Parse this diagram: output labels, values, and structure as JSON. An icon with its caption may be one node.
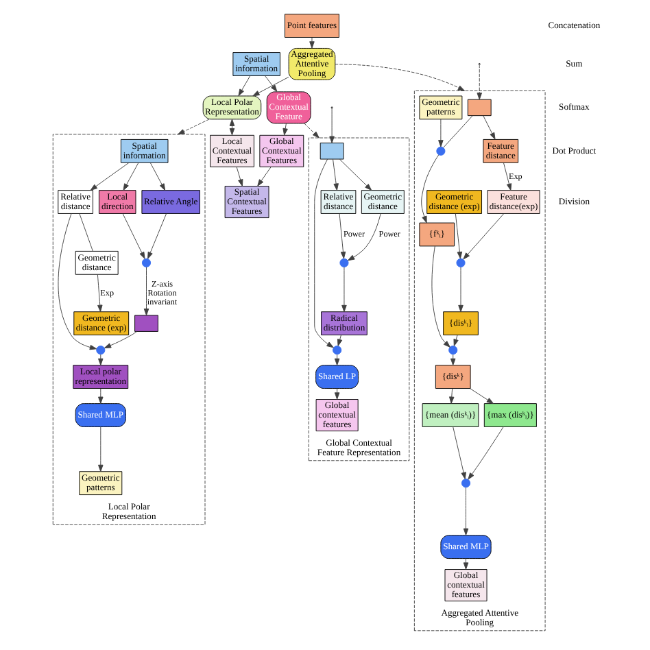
{
  "diagram": {
    "nodes": [
      {
        "text": [
          "Spatial information"
        ]
      },
      {
        "text": [
          "Global Contextual Feature"
        ]
      },
      {
        "text": [
          "Local Polar Representation"
        ]
      },
      {
        "text": [
          "Point features"
        ]
      },
      {
        "text": [
          "Aggregated Attentive Pooling"
        ]
      },
      {
        "text": [
          "Global Contextual Features"
        ]
      },
      {
        "text": [
          "Local Contextual Features"
        ]
      },
      {
        "text": [
          "Spatial Contextual Features"
        ]
      },
      {
        "text": [
          "Global Contextual Feature Representation"
        ]
      },
      {
        "text": [],
        "shape": "box",
        "in": 8
      },
      {
        "text": [
          "Relative distance"
        ],
        "in": 8
      },
      {
        "text": [
          "Geometric distance"
        ],
        "in": 8
      },
      {
        "text": [],
        "shape": "circle",
        "in": 8
      },
      {
        "text": [
          "Radical distribution"
        ],
        "in": 8
      },
      {
        "text": [],
        "shape": "circle",
        "in": 8
      },
      {
        "text": [
          "Shared LP"
        ],
        "in": 8
      },
      {
        "text": [
          "Global contextual features"
        ],
        "in": 8
      },
      {
        "text": [
          "Local Polar Representation"
        ]
      },
      {
        "text": [
          "Spatial information"
        ],
        "in": 17
      },
      {
        "text": [
          "Local direction"
        ],
        "in": 17
      },
      {
        "text": [
          "Relative Angle"
        ],
        "in": 17
      },
      {
        "text": [
          "Relative distance"
        ],
        "in": 17
      },
      {
        "text": [],
        "shape": "circle",
        "in": 17
      },
      {
        "text": [],
        "shape": "box",
        "in": 17
      },
      {
        "text": [],
        "shape": "circle",
        "in": 17
      },
      {
        "text": [
          "Local polar representation"
        ],
        "in": 17
      },
      {
        "text": [
          "Shared MLP"
        ],
        "in": 17
      },
      {
        "text": [
          "Geometric patterns"
        ],
        "in": 17
      },
      {
        "text": [
          "Geometric distance"
        ],
        "in": 17
      },
      {
        "text": [
          "Geometric distance (exp)"
        ],
        "in": 17
      },
      {
        "text": [
          "Aggregated Attentive Pooling"
        ]
      },
      {
        "text": [],
        "shape": "box",
        "in": 30
      },
      {
        "text": [
          "Feature distance"
        ],
        "in": 30
      },
      {
        "text": [
          "Feature distance(exp)"
        ],
        "in": 30
      },
      {
        "text": [
          "Geometric distance (exp)"
        ],
        "in": 30
      },
      {
        "text": [],
        "shape": "circle",
        "in": 30
      },
      {
        "text": [
          "{disᵏᵢ}"
        ],
        "in": 30
      },
      {
        "text": [
          "Geometric patterns"
        ],
        "in": 30
      },
      {
        "text": [],
        "shape": "circle",
        "in": 30
      },
      {
        "text": [
          "{fᵏᵢ}"
        ],
        "in": 30
      },
      {
        "text": [],
        "shape": "circle",
        "in": 30
      },
      {
        "text": [
          "{disᵏ}"
        ],
        "in": 30
      },
      {
        "text": [
          "{max (disᵏᵢ)}"
        ],
        "in": 30
      },
      {
        "text": [
          "{mean (disᵏᵢ)}"
        ],
        "in": 30
      },
      {
        "text": [],
        "shape": "circle",
        "in": 30
      },
      {
        "text": [
          "Shared MLP"
        ],
        "in": 30
      },
      {
        "text": [
          "Global contextual features"
        ],
        "in": 30
      }
    ],
    "edges": [
      {
        "from": 0,
        "to": 1,
        "arrow": "to"
      },
      {
        "from": 0,
        "to": 2,
        "arrow": "to"
      },
      {
        "from": 3,
        "to": 4,
        "arrow": "to"
      },
      {
        "from": 4,
        "to": 2,
        "arrow": "to"
      },
      {
        "from": 1,
        "to": 5,
        "arrow": "to"
      },
      {
        "from": 2,
        "to": 6,
        "arrow": "both"
      },
      {
        "from": 5,
        "to": 7,
        "arrow": "to"
      },
      {
        "from": 6,
        "to": 7,
        "arrow": "to"
      },
      {
        "from": 1,
        "to": 8,
        "arrow": "to",
        "style": "dashed"
      },
      {
        "from": 2,
        "to": 17,
        "arrow": "to",
        "style": "dashed"
      },
      {
        "from": 4,
        "to": 30,
        "arrow": "to",
        "style": "dashed"
      },
      {
        "from": null,
        "to": 9,
        "arrow": "to"
      },
      {
        "from": 9,
        "to": 10,
        "arrow": "to"
      },
      {
        "from": 9,
        "to": 11,
        "arrow": "to"
      },
      {
        "from": 10,
        "to": 12,
        "label": "Power",
        "arrow": "to"
      },
      {
        "from": 11,
        "to": 12,
        "label": "Power",
        "arrow": "to"
      },
      {
        "from": 12,
        "to": 13,
        "arrow": "to"
      },
      {
        "from": 13,
        "to": 14,
        "arrow": "to"
      },
      {
        "from": 9,
        "to": 14,
        "arrow": "to"
      },
      {
        "from": 14,
        "to": 15,
        "arrow": "to"
      },
      {
        "from": 15,
        "to": 16,
        "arrow": "to"
      },
      {
        "from": 18,
        "to": 19,
        "arrow": "to"
      },
      {
        "from": 18,
        "to": 20,
        "arrow": "to"
      },
      {
        "from": 18,
        "to": 21,
        "arrow": "to"
      },
      {
        "from": 19,
        "to": 22,
        "arrow": "to"
      },
      {
        "from": 20,
        "to": 22,
        "arrow": "to"
      },
      {
        "from": 22,
        "to": 23,
        "label": "Z-axis Rotation invariant",
        "arrow": "to"
      },
      {
        "from": 23,
        "to": 24,
        "arrow": "to"
      },
      {
        "from": 21,
        "to": 24,
        "arrow": "to"
      },
      {
        "from": 24,
        "to": 25,
        "arrow": "to"
      },
      {
        "from": 25,
        "to": 26,
        "arrow": "to"
      },
      {
        "from": 26,
        "to": 27,
        "arrow": "to"
      },
      {
        "from": 21,
        "to": 28,
        "arrow": "none"
      },
      {
        "from": 28,
        "to": 29,
        "label": "Exp",
        "arrow": "to"
      },
      {
        "from": null,
        "to": 31,
        "arrow": "to",
        "style": "dashed"
      },
      {
        "from": 31,
        "to": 32,
        "arrow": "to"
      },
      {
        "from": 32,
        "to": 33,
        "label": "Exp",
        "arrow": "to"
      },
      {
        "from": 33,
        "to": 35,
        "arrow": "to"
      },
      {
        "from": 34,
        "to": 35,
        "arrow": "to"
      },
      {
        "from": 35,
        "to": 36,
        "arrow": "to"
      },
      {
        "from": 31,
        "to": 38,
        "arrow": "none"
      },
      {
        "from": 37,
        "to": 38,
        "arrow": "to"
      },
      {
        "from": 38,
        "to": 39,
        "arrow": "to"
      },
      {
        "from": 36,
        "to": 40,
        "arrow": "to"
      },
      {
        "from": 39,
        "to": 40,
        "arrow": "to"
      },
      {
        "from": 40,
        "to": 41,
        "arrow": "to"
      },
      {
        "from": 41,
        "to": 42,
        "arrow": "to"
      },
      {
        "from": 41,
        "to": 43,
        "arrow": "to"
      },
      {
        "from": 42,
        "to": 44,
        "arrow": "to"
      },
      {
        "from": 43,
        "to": 44,
        "arrow": "to"
      },
      {
        "from": 44,
        "to": 45,
        "arrow": "to"
      },
      {
        "from": 45,
        "to": 46,
        "arrow": "to"
      }
    ],
    "legend": [
      {
        "text": "Concatenation"
      },
      {
        "text": "Sum"
      },
      {
        "text": "Softmax"
      },
      {
        "text": "Dot Product"
      },
      {
        "text": "Division"
      }
    ]
  }
}
